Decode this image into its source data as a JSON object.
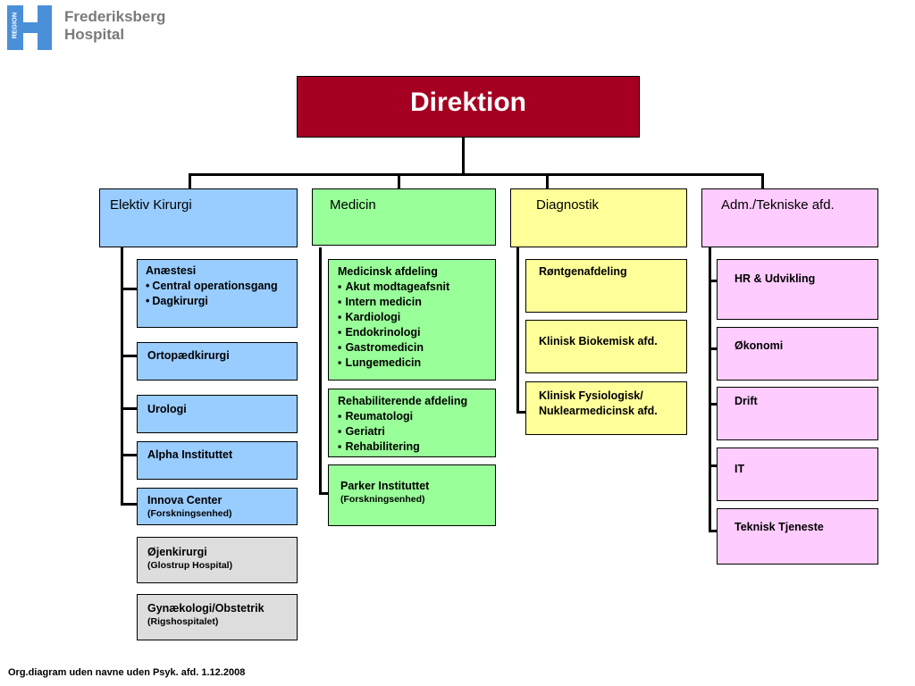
{
  "logo": {
    "region_text": "REGION",
    "name_line1": "Frederiksberg",
    "name_line2": "Hospital",
    "color": "#4a90d9"
  },
  "colors": {
    "direktion": "#a50021",
    "blue": "#99ccff",
    "green": "#99ff99",
    "yellow": "#ffff99",
    "pink": "#ffccff",
    "gray": "#dddddd"
  },
  "direktion": {
    "label": "Direktion"
  },
  "departments": {
    "elektiv": {
      "label": "Elektiv Kirurgi",
      "anaestesi": {
        "title": "Anæstesi",
        "items": [
          "Central operationsgang",
          "Dagkirurgi"
        ]
      },
      "ortopaedkirurgi": "Ortopædkirurgi",
      "urologi": "Urologi",
      "alpha": "Alpha Instituttet",
      "innova": {
        "title": "Innova Center",
        "sub": "(Forskningsenhed)"
      },
      "oejenkirurgi": {
        "title": "Øjenkirurgi",
        "sub": "(Glostrup Hospital)"
      },
      "gynaekologi": {
        "title": "Gynækologi/Obstetrik",
        "sub": "(Rigshospitalet)"
      }
    },
    "medicin": {
      "label": "Medicin",
      "medicinsk": {
        "title": "Medicinsk afdeling",
        "items": [
          "Akut modtageafsnit",
          "Intern medicin",
          "Kardiologi",
          "Endokrinologi",
          "Gastromedicin",
          "Lungemedicin"
        ]
      },
      "rehabiliterende": {
        "title": "Rehabiliterende afdeling",
        "items": [
          "Reumatologi",
          "Geriatri",
          "Rehabilitering"
        ]
      },
      "parker": {
        "title": "Parker Instituttet",
        "sub": "(Forskningsenhed)"
      }
    },
    "diagnostik": {
      "label": "Diagnostik",
      "roentgen": "Røntgenafdeling",
      "biokemisk": "Klinisk Biokemisk afd.",
      "fysiologisk_line1": "Klinisk Fysiologisk/",
      "fysiologisk_line2": "Nuklearmedicinsk afd."
    },
    "adm": {
      "label": "Adm./Tekniske afd.",
      "hr": "HR & Udvikling",
      "oekonomi": "Økonomi",
      "drift": "Drift",
      "it": "IT",
      "teknisk": "Teknisk Tjeneste"
    }
  },
  "footer": {
    "text": "Org.diagram uden navne uden Psyk. afd. 1.12.2008"
  }
}
